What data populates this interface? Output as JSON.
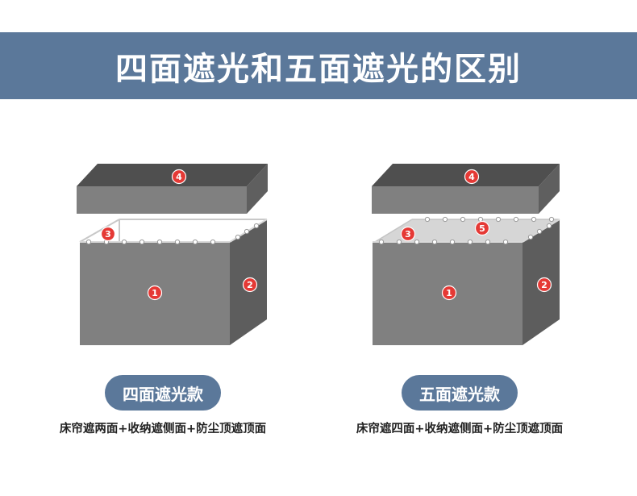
{
  "banner": {
    "title": "四面遮光和五面遮光的区别"
  },
  "colors": {
    "banner": "#5b789a",
    "front_face": "#808080",
    "side_face": "#5d5d5d",
    "lid_front": "#808080",
    "lid_top": "#4f4f4f",
    "marker": "#e53935",
    "pill": "#5b789a"
  },
  "left_variant": {
    "label": "四面遮光款",
    "caption": "床帘遮两面+收纳遮侧面+防尘顶遮顶面",
    "markers": [
      "1",
      "2",
      "3",
      "4"
    ]
  },
  "right_variant": {
    "label": "五面遮光款",
    "caption": "床帘遮四面+收纳遮侧面+防尘顶遮顶面",
    "markers": [
      "1",
      "2",
      "3",
      "4",
      "5"
    ]
  }
}
